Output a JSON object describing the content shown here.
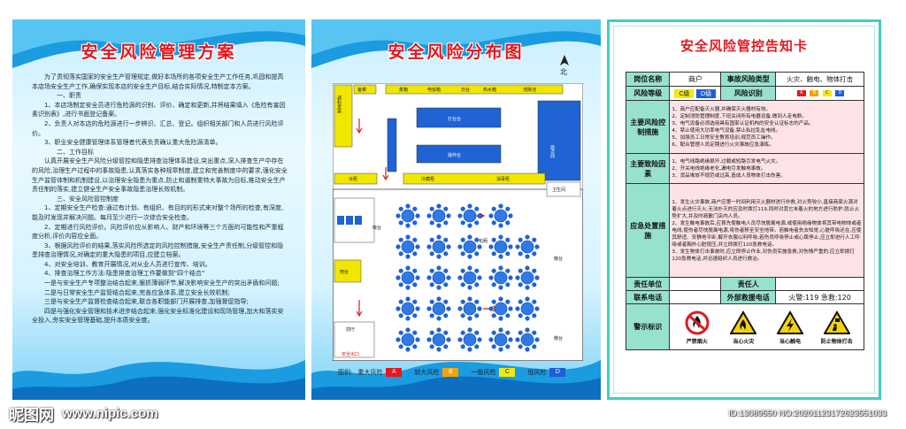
{
  "panel1": {
    "title": "安全风险管理方案",
    "paragraphs": [
      "为了贯彻落实国家的安全生产管理规定,做好本场所的各项安全生产工作任务,巩固和提高本店场安全生产工作,确保实现本店的安全生产目标,结合实际情况,特制定本方案。",
      "一、职责",
      "1、本店场制定安全员进行危险源的识别、评价、确定和更新,并将结果填入《危险有害因素识别表》,进行书面登记备案。",
      "2、负责人对本店的危险源进行一步辨识、汇总、登记。组织相关部门和人员进行风险评价。",
      "3、职业安全健康管理体系管理者代表负责确认重大危险源清单。",
      "二、工作目标",
      "认真开展安全生产风险分级管控和隐患排查治理体系建设,突出重点,深入排查生产中存在的风险,治理生产过程中的事故隐患,认真落实各种规章制度,建立和完善制度中的要求,强化安全生产监管体制和机制建设,以治理安全隐患为重点,防止和遏制重特大事故为目标,推动安全生产责任制的落实,建立健全生产安全事故隐患治理长效机制。",
      "三、安全风险管控制度",
      "1、定期安全生产检查:通过有计划、有组织、有目的的形式来对整个场所的检查,有深度,能及时发现并解决问题。每月至少进行一次综合安全检查。",
      "2、定期进行风险评价。风险评价应从影响人、财产和环境等三个方面的可能性和严重程度分析,评价内容应全面。",
      "3、根据风险评价的结果,落实风险所选定的风险控制措施,安全生产责任制,分级管控和隐患排查治理情况,对确定的重大隐患的项目,应建立档案。",
      "4、对安全培训、教育开展情况,对从业人员进行宣传、培训。",
      "4、排查治理工作方法:隐患排查治理工作要做到\"四个结合\"",
      "一是与安全生产专项整治结合起来,狠抓薄弱环节,解决影响安全生产的突出矛盾和问题;",
      "二是与日常安全生产监管结合起来,完善应急体系,建立安全长效机制;",
      "三是与安全生产监督检查结合起来,联合各职能部门开展排查,加强督促指导;",
      "四是与强化安全管理和技术进步结合起来,强化安全标准化建设和现场管理,加大和落实安全投入,夯实安全管理基础,提升本质安全度。"
    ]
  },
  "panel2": {
    "title": "安全风险分布图",
    "compass": "北",
    "rooms": {
      "storage": "调料货架",
      "backup": "备菜",
      "dishes": "蒸箱",
      "rice": "电饭箱",
      "fridge": "日台",
      "hotwater": "热水箱",
      "wash": "洗碗池",
      "counter1": "打台台",
      "counter2": "操作台",
      "cold": "冷藏柜",
      "disinfect": "消毒柜",
      "icebox": "冰柜",
      "cooking": "面点间",
      "toilet": "卫生间",
      "bar": "吧台",
      "seat1": "散台",
      "seat2": "散台",
      "seat3": "散台",
      "private": "包厢",
      "entrance": "前厅",
      "exit": "安全出口"
    },
    "legend": {
      "prefix": "图例:",
      "items": [
        {
          "label": "重大风险",
          "code": "A",
          "color": "#e8161e"
        },
        {
          "label": "较大风险",
          "code": "B",
          "color": "#f5a20b"
        },
        {
          "label": "一般风险",
          "code": "C",
          "color": "#f2e90f"
        },
        {
          "label": "低风险",
          "code": "D",
          "color": "#1c5fd6"
        }
      ]
    }
  },
  "panel3": {
    "title": "安全风险管控告知卡",
    "post_label": "岗位名称",
    "post_value": "商户",
    "accident_label": "事故风险类型",
    "accident_value": "火灾、触电、物体打击",
    "level_label": "风险等级",
    "level_value_c": "C级",
    "level_value_d": "D级",
    "identify_label": "风险识别",
    "mini_legend": [
      {
        "code": "A",
        "color": "#e8161e"
      },
      {
        "code": "B",
        "color": "#f5a20b"
      },
      {
        "code": "C",
        "color": "#f2e90f"
      },
      {
        "code": "D",
        "color": "#1c5fd6"
      }
    ],
    "control_label": "主要风险控制措施",
    "control_items": [
      "1、商户应配备灭火器,并确保灭火器材有效。",
      "2、定制消防管理制度,下班关闭所有电器设备,做到人走电断。",
      "3、电气设备必须选用具有国家认证机构的安全认证标志的产品。",
      "4、禁止使用大功率电气设备,禁止私拉乱扯电线。",
      "5、加强员工日常安全教育培训,规范员工操作。",
      "6、配合管理人员定期进行火灾事故应急演练。"
    ],
    "causes_label": "主要致险因素",
    "causes_items": [
      "1、电气线路绝缘损坏,过载或短路引发电气火灾。",
      "2、开关电线绝缘老化,漏电引发触电事故。",
      "3、货品堆放不规范或过高,造成人员物体打击伤害。"
    ],
    "emergency_label": "应急处置措施",
    "emergency_items": [
      "1、发生火灾事故,商户应第一时间利用灭火器材进行扑救,对火势较小,直接商家火源对着火点进行灭火,无法扑灭的应及时拨打119,同时对其它未着火的地方进行防护,防止火势扩大,并及时疏散门店内人员。",
      "2、发生触电事故后,应首先使触电人员尽快脱离电源,或使用绝缘物体将其带电物体或者电线,使伤者尽快脱离电源,将伤者移至安全地带。若触电者失去知觉,心脏呼吸还在,应使其舒适、安静地平卧,解开衣服以利呼吸;若伤员呼吸停止或心跳停止,应立即进行人工呼吸或者胸外心脏按压,并立即拨打120急救电话。",
      "3、发生物体打击事故时,应立即停止作业,对伤员实施急救,对伤情严重的,应立即拨打120急救电话,并迅速组织人员进行救治。"
    ],
    "unit_label": "责任单位",
    "unit_value": "",
    "person_label": "责任人",
    "person_value": "",
    "contact_label": "联系电话",
    "contact_value": "",
    "rescue_label": "外部救援电话",
    "rescue_value": "火警:119 急救:120",
    "warning_label": "警示标识",
    "signs": [
      {
        "label": "严禁烟火",
        "icon": "no-fire-icon"
      },
      {
        "label": "当心火灾",
        "icon": "fire-warning-icon"
      },
      {
        "label": "当心触电",
        "icon": "electric-warning-icon"
      },
      {
        "label": "防止物体打击",
        "icon": "falling-object-warning-icon"
      }
    ]
  },
  "footer": {
    "logo": "昵图网",
    "url": "www.nipic.com",
    "id": "ID:13089550 NO:20201123172623551033"
  }
}
